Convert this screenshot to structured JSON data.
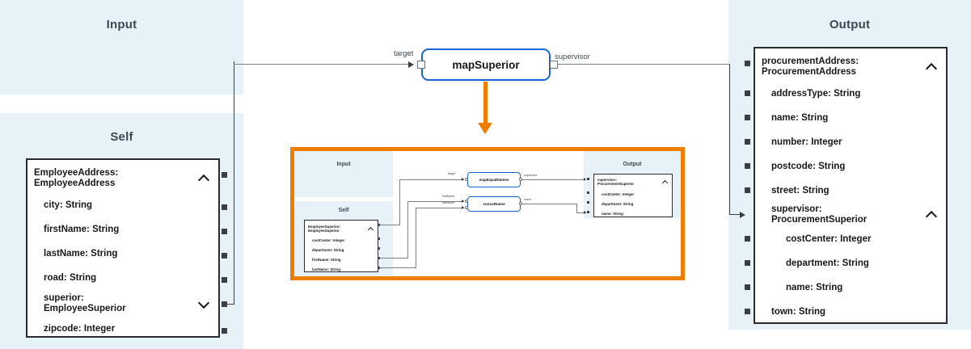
{
  "colors": {
    "lane_bg": "#e6f1f8",
    "node_border_blue": "#1565d8",
    "expansion_orange": "#ef7d00",
    "box_border": "#2b2b2b",
    "wire": "#7a8086",
    "text": "#17181a"
  },
  "lanes": {
    "input_label": "Input",
    "self_label": "Self",
    "output_label": "Output"
  },
  "self_box": {
    "header": "EmployeeAddress:\nEmployeeAddress",
    "header_chevron": "chevron-up-icon",
    "fields": [
      {
        "label": "city: String",
        "indent": 1,
        "chevron": ""
      },
      {
        "label": "firstName: String",
        "indent": 1,
        "chevron": ""
      },
      {
        "label": "lastName: String",
        "indent": 1,
        "chevron": ""
      },
      {
        "label": "road: String",
        "indent": 1,
        "chevron": ""
      },
      {
        "label": "superior:\nEmployeeSuperior",
        "indent": 1,
        "chevron": "chevron-down-icon"
      },
      {
        "label": "zipcode: Integer",
        "indent": 1,
        "chevron": ""
      }
    ]
  },
  "output_box": {
    "header": "procurementAddress:\nProcurementAddress",
    "header_chevron": "chevron-up-icon",
    "fields": [
      {
        "label": "addressType: String",
        "indent": 1,
        "chevron": ""
      },
      {
        "label": "name: String",
        "indent": 1,
        "chevron": ""
      },
      {
        "label": "number: Integer",
        "indent": 1,
        "chevron": ""
      },
      {
        "label": "postcode: String",
        "indent": 1,
        "chevron": ""
      },
      {
        "label": "street: String",
        "indent": 1,
        "chevron": ""
      },
      {
        "label": "supervisor:\nProcurementSuperior",
        "indent": 1,
        "chevron": "chevron-up-icon"
      },
      {
        "label": "costCenter: Integer",
        "indent": 2,
        "chevron": ""
      },
      {
        "label": "department: String",
        "indent": 2,
        "chevron": ""
      },
      {
        "label": "name: String",
        "indent": 2,
        "chevron": ""
      },
      {
        "label": "town: String",
        "indent": 1,
        "chevron": ""
      }
    ]
  },
  "main_node": {
    "name": "mapSuperior",
    "input_pin_label": "target",
    "output_pin_label": "supervisor"
  },
  "expansion": {
    "lanes": {
      "input_label": "Input",
      "self_label": "Self",
      "output_label": "Output"
    },
    "self_box": {
      "header": "EmployeeSuperior:\nEmployeeSuperior",
      "header_chevron": "chevron-up-icon",
      "fields": [
        {
          "label": "costCenter: Integer"
        },
        {
          "label": "department: String"
        },
        {
          "label": "firstName: String"
        },
        {
          "label": "lastName: String"
        }
      ]
    },
    "output_box": {
      "header": "supervisor:\nProcurementSuperior",
      "header_chevron": "chevron-up-icon",
      "fields": [
        {
          "label": "costCenter: Integer"
        },
        {
          "label": "department: String"
        },
        {
          "label": "name: String"
        }
      ]
    },
    "nodes": [
      {
        "name": "mapEqualNames",
        "inputs": [
          "target"
        ],
        "output": "supervisor"
      },
      {
        "name": "concatName",
        "inputs": [
          "firstName",
          "lastName"
        ],
        "output": "name"
      }
    ]
  }
}
